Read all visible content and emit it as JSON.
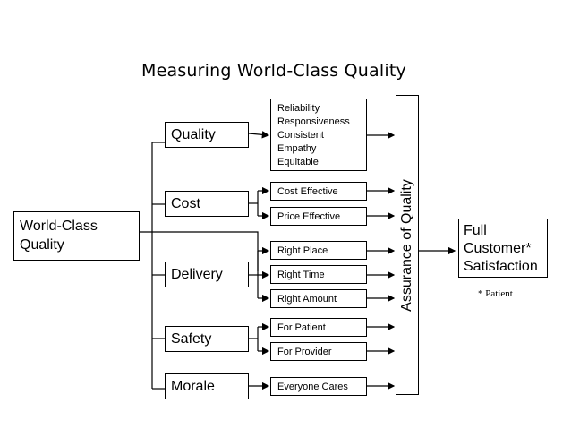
{
  "title": "Measuring World-Class Quality",
  "root": {
    "line1": "World-Class",
    "line2": "Quality"
  },
  "categories": {
    "quality": "Quality",
    "cost": "Cost",
    "delivery": "Delivery",
    "safety": "Safety",
    "morale": "Morale"
  },
  "quality_attributes": [
    "Reliability",
    "Responsiveness",
    "Consistent",
    "Empathy",
    "Equitable"
  ],
  "cost_items": [
    "Cost Effective",
    "Price Effective"
  ],
  "delivery_items": [
    "Right Place",
    "Right Time",
    "Right Amount"
  ],
  "safety_items": [
    "For Patient",
    "For Provider"
  ],
  "morale_items": [
    "Everyone Cares"
  ],
  "assurance": "Assurance of Quality",
  "outcome": {
    "line1": "Full",
    "line2": "Customer*",
    "line3": "Satisfaction"
  },
  "footnote": "* Patient"
}
